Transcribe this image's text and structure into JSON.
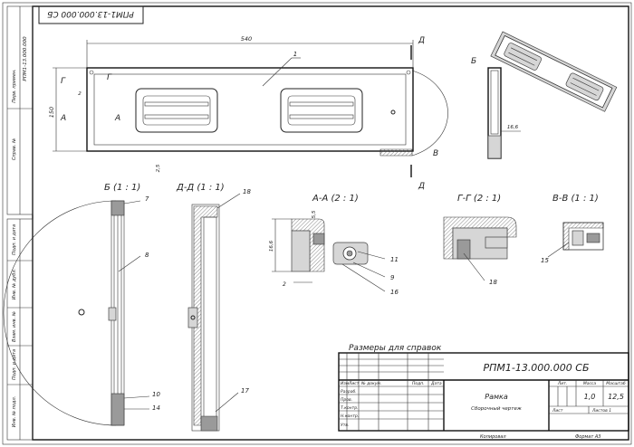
{
  "title_block": {
    "doc_code": "РПМ1-13.000.000 СБ",
    "name": "Рамка",
    "doc_type": "Сборочный чертеж",
    "headers": {
      "lit": "Лит.",
      "mass": "Масса",
      "scale": "Масштаб"
    },
    "mass": "1,0",
    "scale": "12,5",
    "sheet": "Лист",
    "sheets": "Листов 1",
    "rows": [
      "Разраб.",
      "Пров.",
      "Т.контр.",
      "Н.контр.",
      "Утв."
    ],
    "cols": [
      "Изм",
      "Лист",
      "№ докум.",
      "Подп.",
      "Дата"
    ],
    "copied": "Копировал",
    "format": "Формат А3"
  },
  "stamp_code": "РПМ1-13.000.000 СБ",
  "side_labels": {
    "first_use": "Перв. примен.",
    "first_use_code": "РПМ1-13.000.000",
    "ref": "Справ. №",
    "sub_sign": "Подп. и дата",
    "dupl": "Инв. № дубл.",
    "inv_inst": "Взам. инв. №",
    "sign_date": "Подп. и дата",
    "inv_orig": "Инв. № подл."
  },
  "main_view": {
    "dim_width": "540",
    "dim_height": "150",
    "dim_bottom": "2,5",
    "dim_left": "2",
    "leader_1": "1",
    "section_marks": [
      "Г",
      "Г",
      "А",
      "А",
      "Д",
      "Д",
      "В"
    ],
    "detail_mark": "Б"
  },
  "side_view": {
    "dim": "16,6"
  },
  "sections": {
    "b": "Б (1 : 1)",
    "d": "Д-Д (1 : 1)",
    "a": "А-А (2 : 1)",
    "g": "Г-Г (2 : 1)",
    "v": "В-В (1 : 1)"
  },
  "section_dims": {
    "aa_h": "16,6",
    "aa_t": "5,5",
    "aa_w": "2"
  },
  "leaders": {
    "p7": "7",
    "p8": "8",
    "p10": "10",
    "p14": "14",
    "p18a": "18",
    "p17": "17",
    "p11": "11",
    "p9": "9",
    "p16": "16",
    "p18b": "18",
    "p15": "15"
  },
  "note": "Размеры для справок"
}
